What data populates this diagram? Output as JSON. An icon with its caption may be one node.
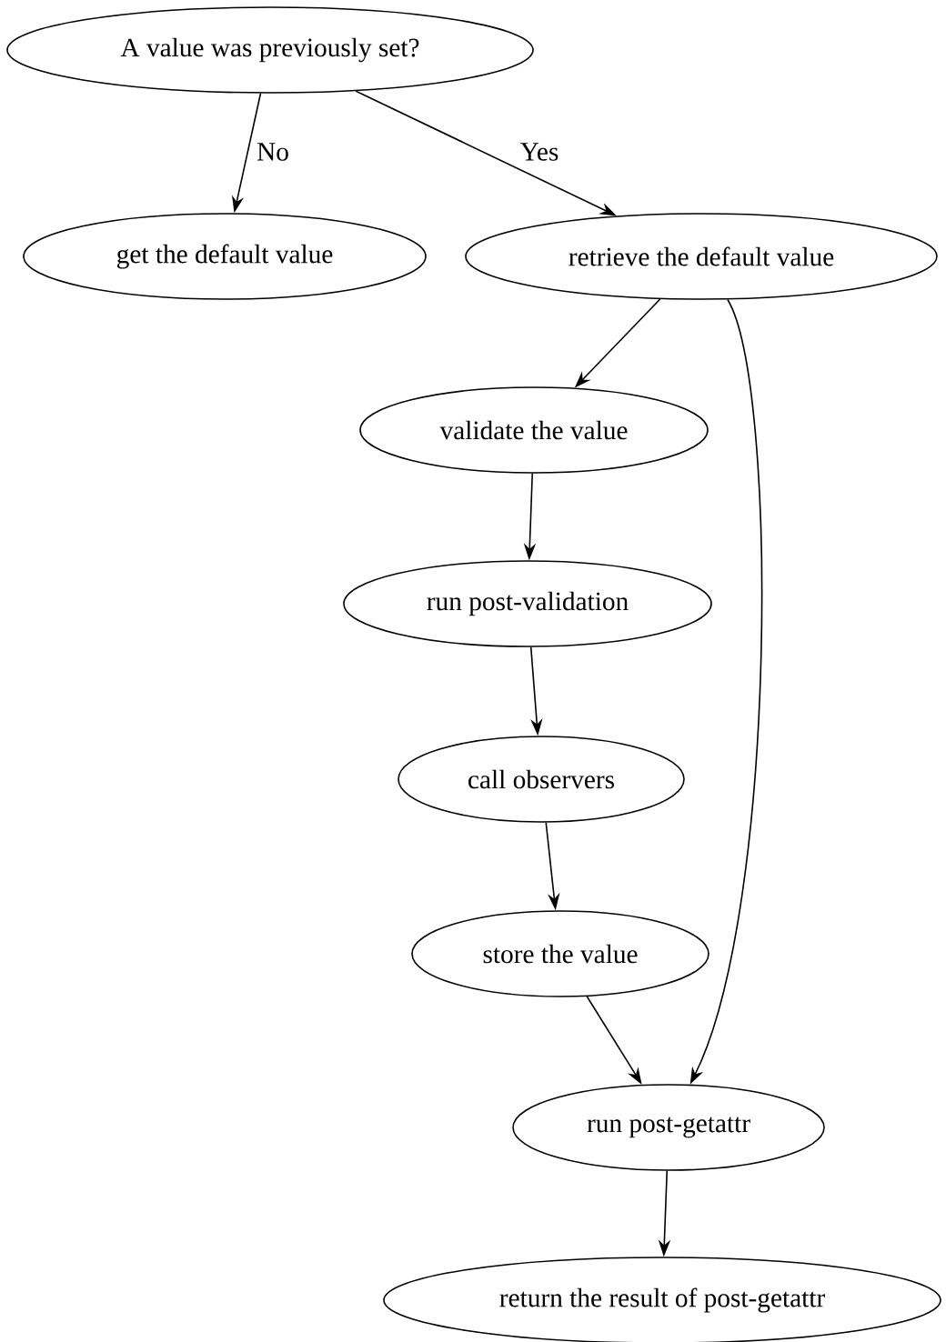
{
  "diagram": {
    "nodes": [
      {
        "text": [
          "A value was previously set?"
        ]
      },
      {
        "text": [
          "get the default value"
        ]
      },
      {
        "text": [
          "retrieve the default value"
        ]
      },
      {
        "text": [
          "validate the value"
        ]
      },
      {
        "text": [
          "run post-validation"
        ]
      },
      {
        "text": [
          "call observers"
        ]
      },
      {
        "text": [
          "store the value"
        ]
      },
      {
        "text": [
          "run post-getattr"
        ]
      },
      {
        "text": [
          "return the result of post-getattr"
        ]
      }
    ],
    "edges": [
      {
        "from": 0,
        "to": 1,
        "arrow": "to",
        "label": "No"
      },
      {
        "from": 0,
        "to": 2,
        "arrow": "to",
        "label": "Yes"
      },
      {
        "from": 2,
        "to": 3,
        "arrow": "to"
      },
      {
        "from": 2,
        "to": 7,
        "arrow": "to"
      },
      {
        "from": 3,
        "to": 4,
        "arrow": "to"
      },
      {
        "from": 4,
        "to": 5,
        "arrow": "to"
      },
      {
        "from": 5,
        "to": 6,
        "arrow": "to"
      },
      {
        "from": 6,
        "to": 7,
        "arrow": "to"
      },
      {
        "from": 7,
        "to": 8,
        "arrow": "to"
      }
    ]
  }
}
